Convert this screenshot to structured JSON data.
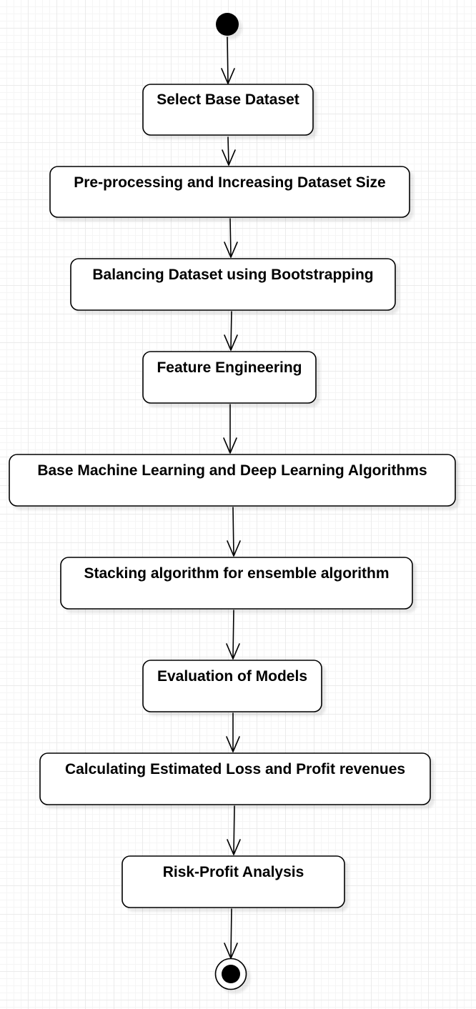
{
  "diagram": {
    "steps": [
      {
        "label": "Select Base Dataset"
      },
      {
        "label": "Pre-processing and Increasing Dataset Size"
      },
      {
        "label": "Balancing Dataset using Bootstrapping"
      },
      {
        "label": "Feature Engineering"
      },
      {
        "label": "Base Machine Learning and Deep Learning Algorithms"
      },
      {
        "label": "Stacking algorithm for ensemble algorithm"
      },
      {
        "label": "Evaluation of Models"
      },
      {
        "label": "Calculating Estimated Loss and Profit revenues"
      },
      {
        "label": "Risk-Profit Analysis"
      }
    ]
  }
}
